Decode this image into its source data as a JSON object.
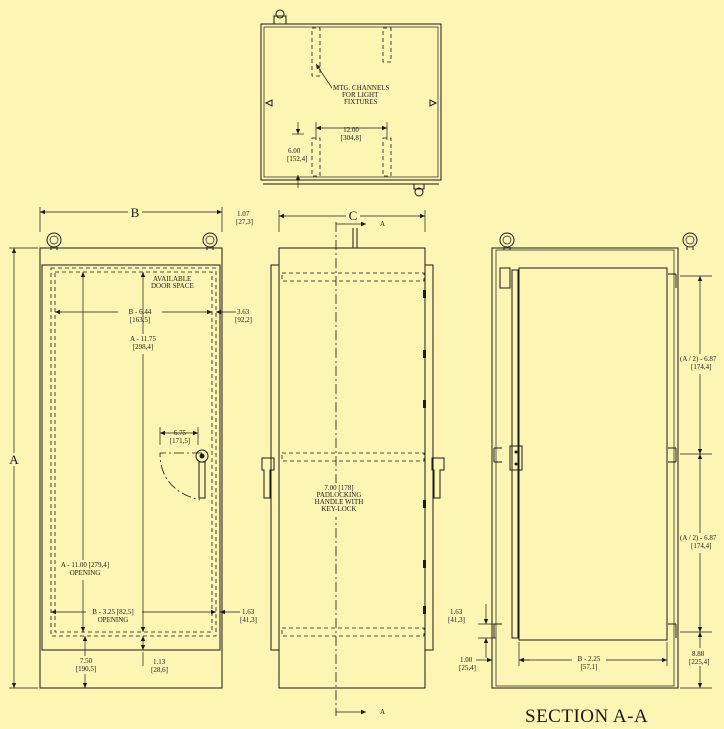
{
  "top_view": {
    "mtg_channels": [
      "MTG. CHANNELS",
      "FOR LIGHT",
      "FIXTURES"
    ],
    "dim_12": [
      "12.00",
      "[304,8]"
    ],
    "dim_6": [
      "6.00",
      "[152,4]"
    ]
  },
  "front_view": {
    "label_b": "B",
    "label_a": "A",
    "dim_107": [
      "1.07",
      "[27,3]"
    ],
    "available_door_space": [
      "AVAILABLE",
      "DOOR SPACE"
    ],
    "dim_b644": [
      "B - 6.44",
      "[163,5]"
    ],
    "dim_363": [
      "3.63",
      "[92,2]"
    ],
    "dim_a1175": [
      "A - 11.75",
      "[298,4]"
    ],
    "dim_675": [
      "6.75",
      "[171,5]"
    ],
    "dim_a1100": [
      "A - 11.00 [279,4]",
      "OPENING"
    ],
    "dim_b325": [
      "B - 3.25 [82,5]",
      "OPENING"
    ],
    "dim_163": [
      "1.63",
      "[41,3]"
    ],
    "dim_750": [
      "7.50",
      "[190,5]"
    ],
    "dim_113": [
      "1.13",
      "[28,6]"
    ]
  },
  "side_view": {
    "label_c": "C",
    "section_arrow_top": "A",
    "section_arrow_bottom": "A",
    "padlock": [
      "7.00 [178]",
      "PADLOCKING",
      "HANDLE WITH",
      "KEY-LOCK"
    ]
  },
  "section_view": {
    "title": "SECTION A-A",
    "dim_half_upper": [
      "(A / 2) - 6.87",
      "[174,4]"
    ],
    "dim_half_lower": [
      "(A / 2) - 6.87",
      "[174,4]"
    ],
    "dim_888": [
      "8.88",
      "[225,4]"
    ],
    "dim_163": [
      "1.63",
      "[41,3]"
    ],
    "dim_100": [
      "1.00",
      "[25,4]"
    ],
    "dim_b225": [
      "B - 2.25",
      "[57,1]"
    ]
  }
}
